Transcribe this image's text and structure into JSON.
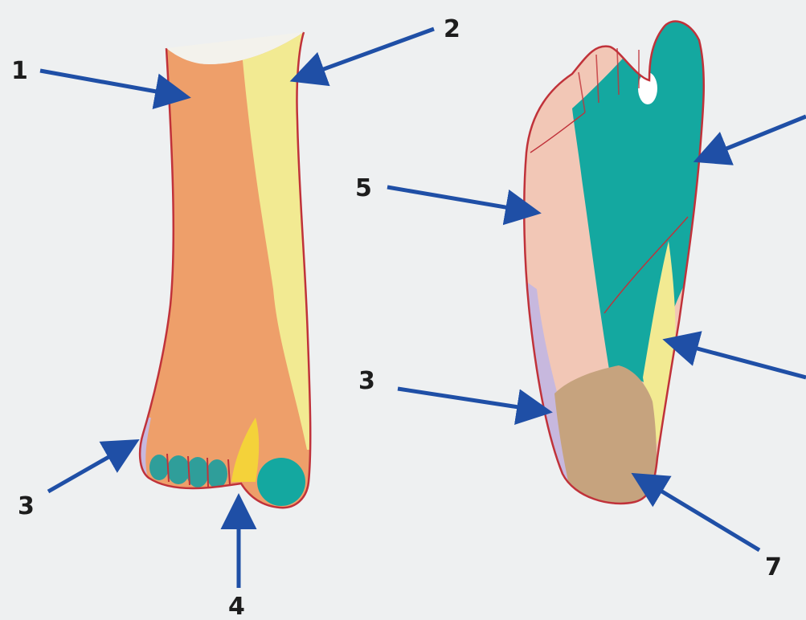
{
  "diagram": {
    "labels": {
      "l1": "1",
      "l2": "2",
      "l3a": "3",
      "l3b": "3",
      "l4": "4",
      "l5": "5",
      "l7": "7"
    }
  },
  "colors": {
    "background": "#eef0f1",
    "outline": "#c0323a",
    "orange_region": "#ee9f6a",
    "yellow_region": "#f2ea92",
    "teal_region": "#14a8a0",
    "pink_region": "#f2c7b6",
    "lavender_region": "#c7b8de",
    "tan_region": "#c6a37e",
    "arrow": "#1f4fa6"
  }
}
